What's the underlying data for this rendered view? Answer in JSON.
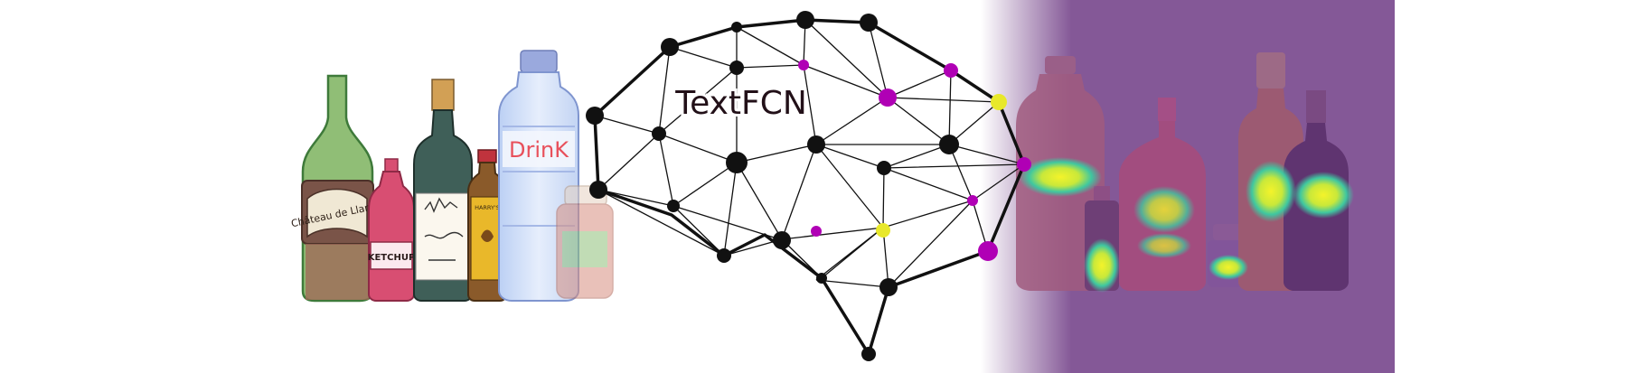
{
  "model_label": "TextFCN",
  "bottle_labels": {
    "wine": "Château de Llama",
    "ketchup": "KETCHUP",
    "water": "DrinK",
    "sauce": "HARRY'S"
  },
  "colors": {
    "network_node": "#000000",
    "network_edge": "#000000",
    "highlight_magenta": "#b000b5",
    "highlight_yellow": "#e8e82a",
    "heatmap_overlay": "#7a4a8e",
    "heat_hot": "#f2f22c",
    "heat_warm": "#2ec9a0"
  }
}
